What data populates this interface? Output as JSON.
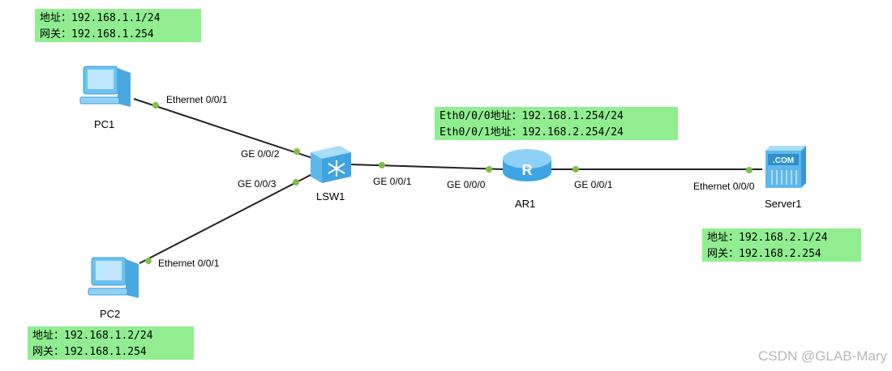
{
  "devices": {
    "pc1": {
      "label": "PC1",
      "icon": "pc-icon"
    },
    "pc2": {
      "label": "PC2",
      "icon": "pc-icon"
    },
    "lsw1": {
      "label": "LSW1",
      "icon": "switch-icon"
    },
    "ar1": {
      "label": "AR1",
      "icon": "router-icon"
    },
    "server1": {
      "label": "Server1",
      "icon": "server-icon",
      "badge": ".COM"
    }
  },
  "ports": {
    "pc1_eth": "Ethernet 0/0/1",
    "lsw1_ge2": "GE 0/0/2",
    "lsw1_ge3": "GE 0/0/3",
    "pc2_eth": "Ethernet 0/0/1",
    "lsw1_ge1": "GE 0/0/1",
    "ar1_ge0": "GE 0/0/0",
    "ar1_ge1": "GE 0/0/1",
    "server1_eth": "Ethernet 0/0/0"
  },
  "notes": {
    "pc1": [
      "地址：192.168.1.1/24",
      "网关：192.168.1.254"
    ],
    "pc2": [
      "地址：192.168.1.2/24",
      "网关：192.168.1.254"
    ],
    "ar1": [
      "Eth0/0/0地址：192.168.1.254/24",
      "Eth0/0/1地址：192.168.2.254/24"
    ],
    "server1": [
      "地址：192.168.2.1/24",
      "网关：192.168.2.254"
    ]
  },
  "watermark": "CSDN @GLAB-Mary",
  "colors": {
    "note_bg": "#90ee90",
    "port_dot": "#7bc043",
    "link": "#222222",
    "device": "#4fb6ee"
  }
}
